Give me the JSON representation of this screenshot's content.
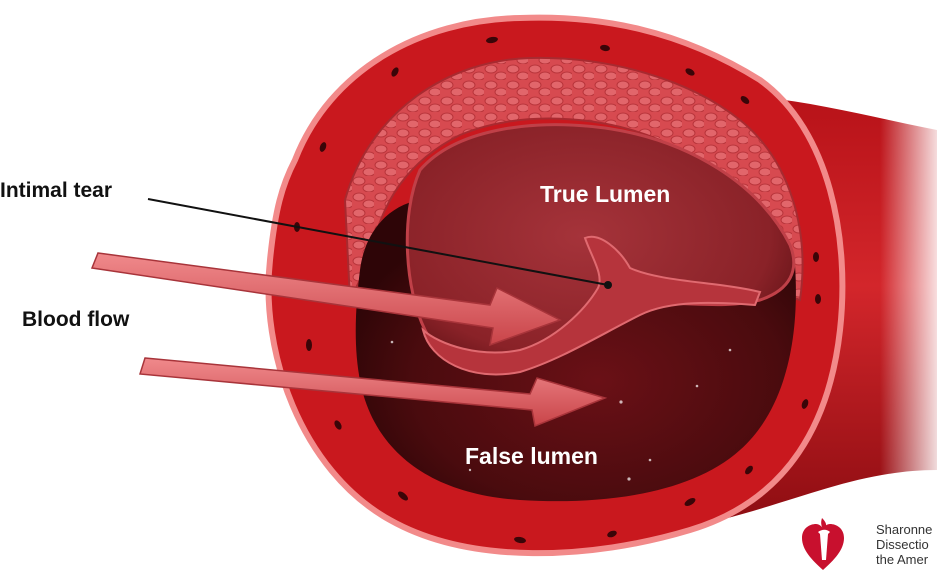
{
  "labels": {
    "intimal_tear": "Intimal tear",
    "blood_flow": "Blood flow",
    "true_lumen": "True Lumen",
    "false_lumen": "False lumen"
  },
  "credit": {
    "line1": "Sharonne",
    "line2": "Dissectio",
    "line3": "the Amer"
  },
  "colors": {
    "vessel_outer": "#c9181e",
    "vessel_rim": "#f07a7a",
    "media": "#d8464c",
    "lumen_dark": "#4a0b0e",
    "true_lumen": "#8e2128",
    "flap": "#b6343c",
    "arrow": "#e06468",
    "logo": "#c8102e"
  },
  "icons": {
    "logo": "heart-torch-logo-icon"
  }
}
